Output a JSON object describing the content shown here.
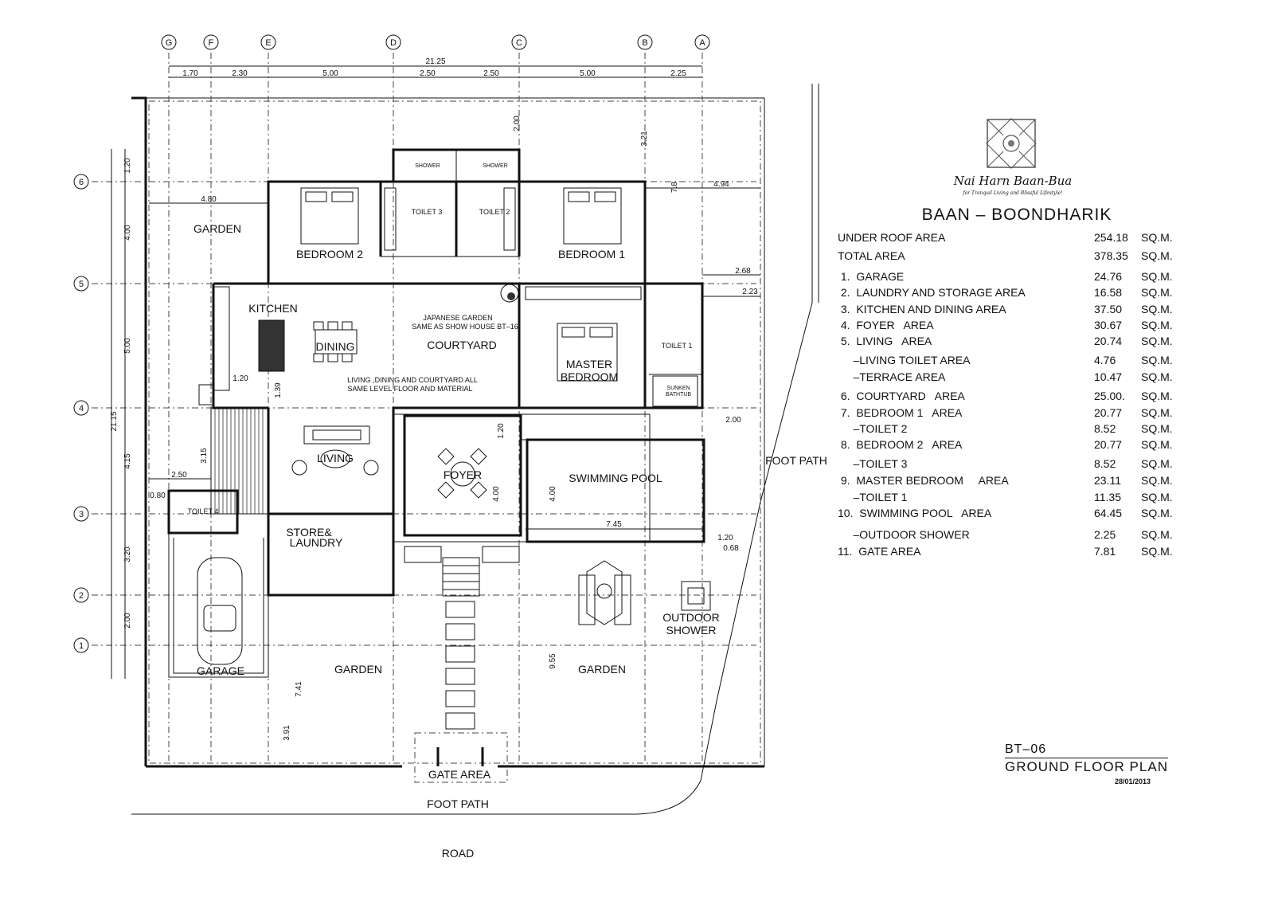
{
  "brand": {
    "name": "Nai Harn Baan-Bua",
    "tagline": "for Tranquil Living and Blissful Lifestyle!"
  },
  "project": {
    "name": "BAAN  –  BOONDHARIK"
  },
  "area_schedule": [
    {
      "name": "UNDER ROOF AREA",
      "value": "254.18",
      "unit": "SQ.M."
    },
    {
      "name": "TOTAL AREA",
      "value": "378.35",
      "unit": "SQ.M."
    },
    {
      "name": " 1.  GARAGE",
      "value": "24.76",
      "unit": "SQ.M."
    },
    {
      "name": " 2.  LAUNDRY AND STORAGE AREA",
      "value": "16.58",
      "unit": "SQ.M."
    },
    {
      "name": " 3.  KITCHEN AND DINING AREA",
      "value": "37.50",
      "unit": "SQ.M."
    },
    {
      "name": " 4.  FOYER   AREA",
      "value": "30.67",
      "unit": "SQ.M."
    },
    {
      "name": " 5.  LIVING   AREA",
      "value": "20.74",
      "unit": "SQ.M."
    },
    {
      "name": "     –LIVING TOILET AREA",
      "value": "4.76",
      "unit": "SQ.M."
    },
    {
      "name": "     –TERRACE AREA",
      "value": "10.47",
      "unit": "SQ.M."
    },
    {
      "name": " 6.  COURTYARD   AREA",
      "value": "25.00.",
      "unit": "SQ.M."
    },
    {
      "name": " 7.  BEDROOM 1   AREA",
      "value": "20.77",
      "unit": "SQ.M."
    },
    {
      "name": "     –TOILET 2",
      "value": "8.52",
      "unit": "SQ.M."
    },
    {
      "name": " 8.  BEDROOM 2   AREA",
      "value": "20.77",
      "unit": "SQ.M."
    },
    {
      "name": "     –TOILET 3",
      "value": "8.52",
      "unit": "SQ.M."
    },
    {
      "name": " 9.  MASTER BEDROOM     AREA",
      "value": "23.11",
      "unit": "SQ.M."
    },
    {
      "name": "     –TOILET 1",
      "value": "11.35",
      "unit": "SQ.M."
    },
    {
      "name": "10.  SWIMMING POOL   AREA",
      "value": "64.45",
      "unit": "SQ.M."
    },
    {
      "name": "     –OUTDOOR SHOWER",
      "value": "2.25",
      "unit": "SQ.M."
    },
    {
      "name": "11.  GATE AREA",
      "value": "7.81",
      "unit": "SQ.M."
    }
  ],
  "drawing": {
    "code": "BT–06",
    "title": "GROUND FLOOR PLAN",
    "date": "28/01/2013"
  },
  "grid": {
    "columns": [
      "G",
      "F",
      "E",
      "D",
      "C",
      "B",
      "A"
    ],
    "rows": [
      "6",
      "5",
      "4",
      "3",
      "2",
      "1"
    ]
  },
  "dimensions": {
    "top_total": "21.25",
    "top": [
      "1.70",
      "2.30",
      "5.00",
      "2.50",
      "2.50",
      "5.00",
      "2.25"
    ],
    "left_total": "21.15",
    "left": [
      "1.20",
      "4.00",
      "5.00",
      "4.15",
      "3.20",
      "2.00"
    ],
    "misc": [
      "4.80",
      "2.00",
      "3.21",
      "7.8",
      "4.94",
      "2.68",
      "2.23",
      "1.20",
      "1.39",
      "2.00",
      "1.20",
      "3.15",
      "2.50",
      "0.80",
      "4.00",
      "4.00",
      "7.45",
      "1.20",
      "0.68",
      "9.55",
      "7.41",
      "3.91"
    ]
  },
  "rooms": {
    "garden_nw": "GARDEN",
    "bedroom2": "BEDROOM 2",
    "bedroom1": "BEDROOM 1",
    "toilet3": "TOILET 3",
    "toilet2": "TOILET 2",
    "shower_a": "SHOWER",
    "shower_b": "SHOWER",
    "kitchen": "KITCHEN",
    "dining": "DINING",
    "courtyard": "COURTYARD",
    "japanese_garden_1": "JAPANESE GARDEN",
    "japanese_garden_2": "SAME AS SHOW HOUSE BT–16",
    "note_1": "LIVING ,DINING AND COURTYARD ALL",
    "note_2": "SAME LEVEL FLOOR AND MATERIAL",
    "master_1": "MASTER",
    "master_2": "BEDROOM",
    "toilet1": "TOILET 1",
    "sunken_1": "SUNKEN",
    "sunken_2": "BATHTUB",
    "living": "LIVING",
    "foyer": "FOYER",
    "swimming_pool": "SWIMMING POOL",
    "toilet4": "TOILET 4",
    "store_1": "STORE&",
    "store_2": "LAUNDRY",
    "garage": "GARAGE",
    "garden_s1": "GARDEN",
    "garden_s2": "GARDEN",
    "outdoor_1": "OUTDOOR",
    "outdoor_2": "SHOWER",
    "gate_area": "GATE AREA",
    "foot_path_s": "FOOT PATH",
    "foot_path_e": "FOOT PATH",
    "road": "ROAD"
  }
}
